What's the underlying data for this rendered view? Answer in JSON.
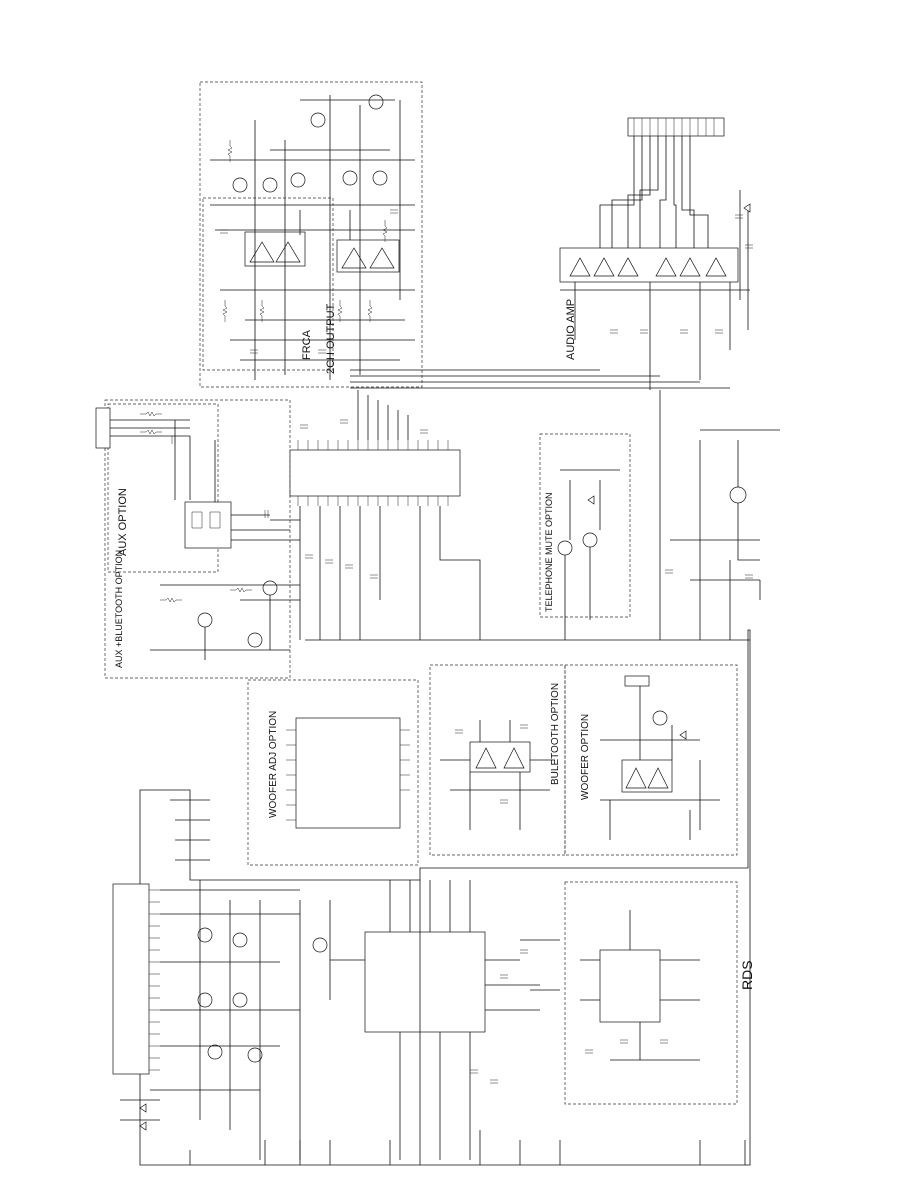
{
  "sections": {
    "aux_bluetooth_option": "AUX +BLUETOOTH OPTION",
    "aux_option": "AUX OPTION",
    "frca": "FRCA",
    "two_ch_output": "2CH OUTPUT",
    "audio_amp": "AUDIO AMP",
    "telephone_mute_option": "TELEPHONE MUTE OPTION",
    "woofer_adj_option": "WOOFER ADJ OPTION",
    "bluetooth_option": "BULETOOTH OPTION",
    "woofer_option": "WOOFER OPTION",
    "rds": "RDS"
  },
  "colors": {
    "line": "#111111",
    "background": "#ffffff"
  }
}
